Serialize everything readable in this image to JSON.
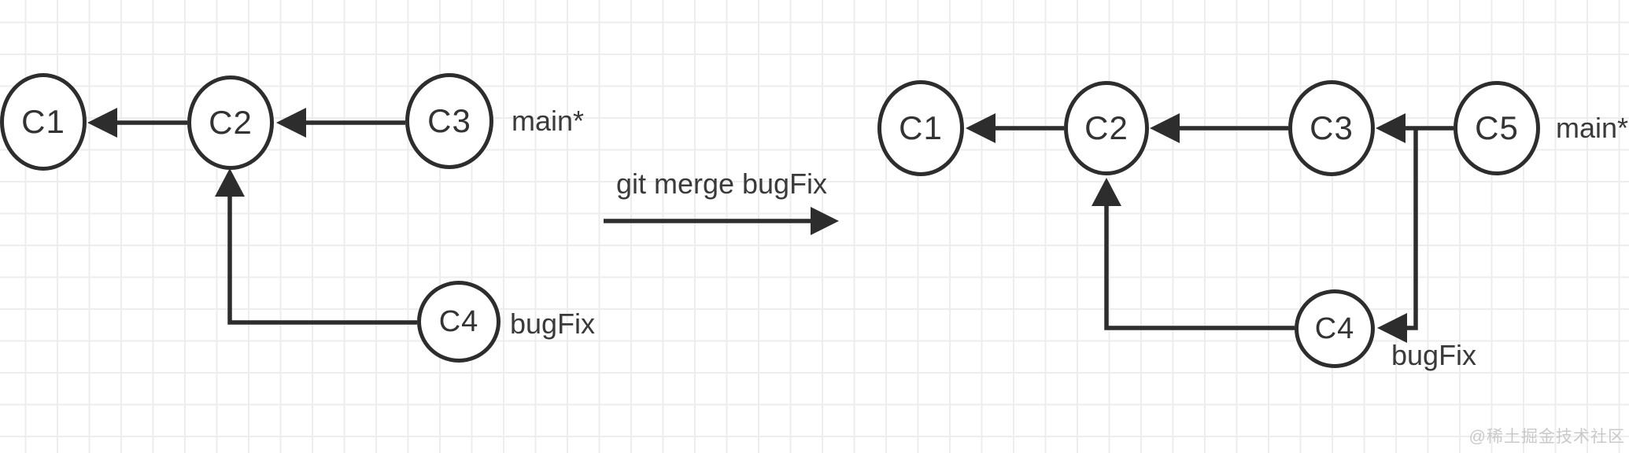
{
  "left_diagram": {
    "nodes": {
      "c1": "C1",
      "c2": "C2",
      "c3": "C3",
      "c4": "C4"
    },
    "branches": {
      "main": "main*",
      "bugfix": "bugFix"
    },
    "edges": [
      "C2->C1",
      "C3->C2",
      "C4->C2"
    ]
  },
  "transition": {
    "command": "git merge bugFix"
  },
  "right_diagram": {
    "nodes": {
      "c1": "C1",
      "c2": "C2",
      "c3": "C3",
      "c5": "C5",
      "c4": "C4"
    },
    "branches": {
      "main": "main*",
      "bugfix": "bugFix"
    },
    "edges": [
      "C2->C1",
      "C3->C2",
      "C5->C3",
      "C5->C4",
      "C4->C2"
    ]
  },
  "watermark": {
    "text": "@稀土掘金技术社区"
  },
  "colors": {
    "stroke": "#2d2d2d",
    "text": "#333333",
    "grid": "#ededed",
    "background": "#ffffff",
    "watermark": "#c9c9c9"
  }
}
